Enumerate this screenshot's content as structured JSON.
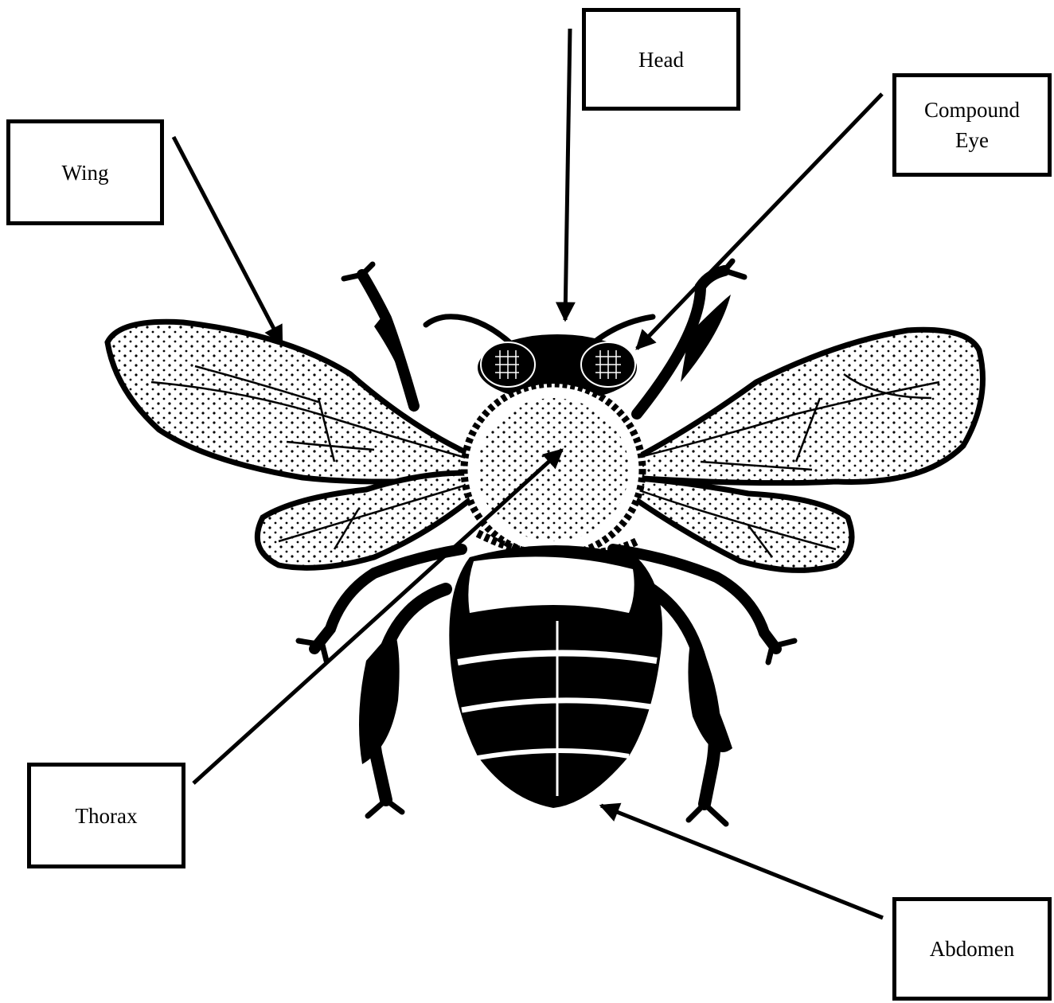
{
  "diagram": {
    "subject": "honeybee",
    "labels": {
      "head": "Head",
      "compound_eye": "Compound\nEye",
      "wing": "Wing",
      "thorax": "Thorax",
      "abdomen": "Abdomen"
    }
  },
  "colors": {
    "ink": "#000000",
    "paper": "#ffffff"
  }
}
